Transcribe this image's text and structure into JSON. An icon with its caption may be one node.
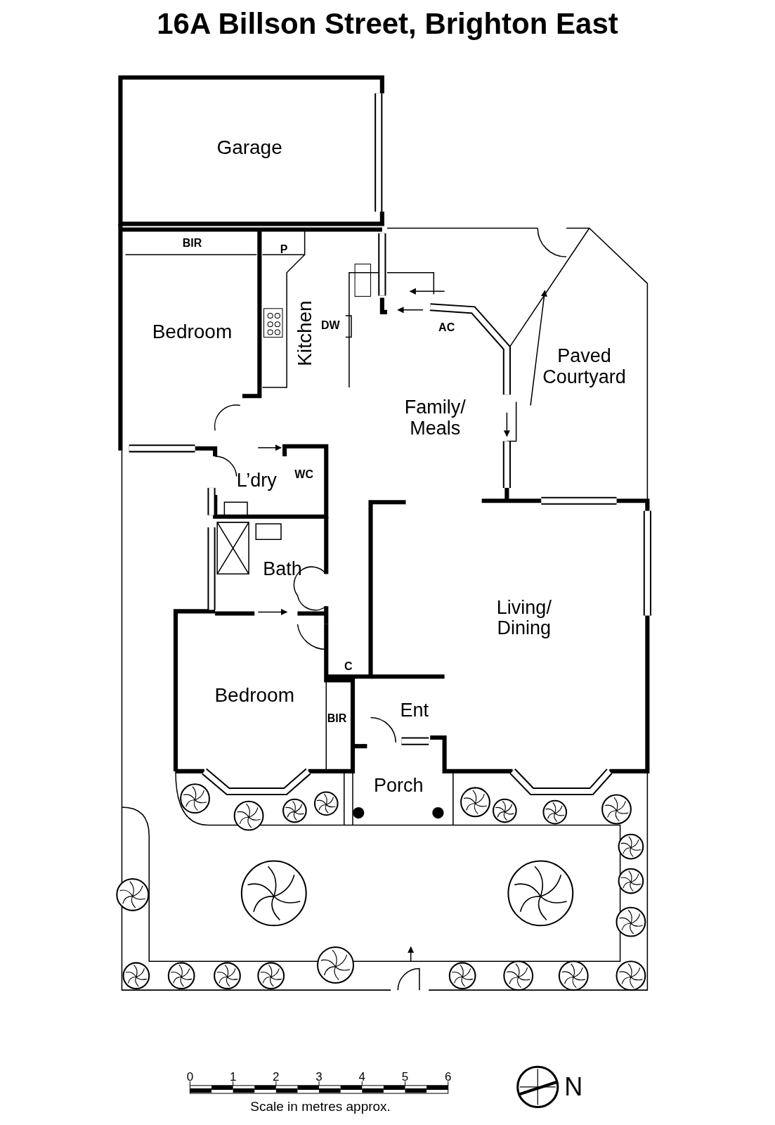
{
  "diagram": {
    "title": "16A Billson Street, Brighton East",
    "labels": [
      "Garage",
      "BIR",
      "P",
      "Bedroom",
      "Kitchen",
      "DW",
      "AC",
      "Paved Courtyard",
      "Family/ Meals",
      "L’dry",
      "WC",
      "Bath",
      "Living/ Dining",
      "C",
      "Bedroom",
      "BIR",
      "Ent",
      "Porch",
      "0",
      "1",
      "2",
      "3",
      "4",
      "5",
      "6",
      "Scale in metres approx.",
      "N"
    ]
  }
}
